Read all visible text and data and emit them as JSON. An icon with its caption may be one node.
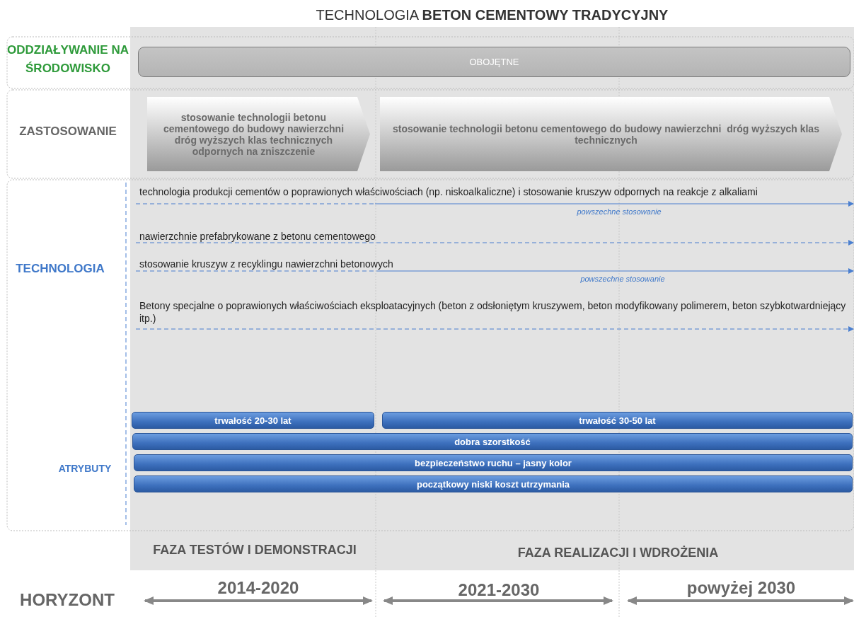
{
  "diagram": {
    "title": "TECHNOLOGIA **BETON CEMENTOWY TRADYCYJNY**",
    "nodes": [
      {
        "text": [
          "OBOJĘTNE"
        ]
      },
      {
        "text": [
          "stosowanie technologii betonu cementowego do budowy nawierzchni dróg wyższych klas technicznych odpornych na zniszczenie"
        ]
      },
      {
        "text": [
          "stosowanie technologii betonu cementowego do budowy nawierzchni  dróg wyższych klas technicznych"
        ]
      },
      {
        "text": [
          "trwałość 20-30 lat"
        ]
      },
      {
        "text": [
          "trwałość 30-50 lat"
        ]
      },
      {
        "text": [
          "dobra szorstkość"
        ]
      },
      {
        "text": [
          "bezpieczeństwo ruchu – jasny kolor"
        ]
      },
      {
        "text": [
          "początkowy niski koszt utrzymania"
        ]
      }
    ],
    "edges": [],
    "labels": [
      "ODDZIAŁYWANIE NA ŚRODOWISKO",
      "ZASTOSOWANIE",
      "technologia produkcji cementów o poprawionych właściwościach (np. niskoalkaliczne) i stosowanie kruszyw odpornych na reakcje z alkaliami",
      "powszechne stosowanie",
      "nawierzchnie prefabrykowane z betonu cementowego",
      "TECHNOLOGIA",
      "stosowanie kruszyw z recyklingu nawierzchni betonowych",
      "powszechne stosowanie",
      "Betony specjalne o poprawionych właściwościach eksploatacyjnych (beton z odsłoniętym kruszywem, beton modyfikowany polimerem, beton szybkotwardniejący itp.)",
      "ATRYBUTY",
      "FAZA TESTÓW I DEMONSTRACJI",
      "FAZA REALIZACJI I WDROŻENIA",
      "HORYZONT",
      "2014-2020",
      "2021-2030",
      "powyżej 2030"
    ]
  }
}
